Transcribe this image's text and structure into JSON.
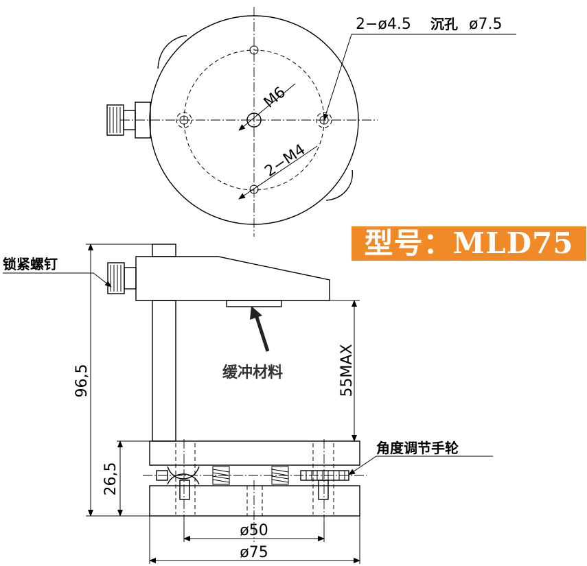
{
  "top_view": {
    "hole_note_prefix": "2−ø4.5",
    "hole_note_cn": "沉孔",
    "hole_note_suffix": "ø7.5",
    "thread_center": "M6",
    "thread_pair": "2−M4"
  },
  "model": {
    "label": "型号：MLD75"
  },
  "side_view": {
    "lock_screw": "锁紧螺钉",
    "buffer_material": "缓冲材料",
    "angle_wheel": "角度调节手轮"
  },
  "dimensions": {
    "total_height": "96,5",
    "base_height": "26,5",
    "max_gap": "55MAX",
    "hole_circle": "ø50",
    "base_diameter": "ø75"
  }
}
